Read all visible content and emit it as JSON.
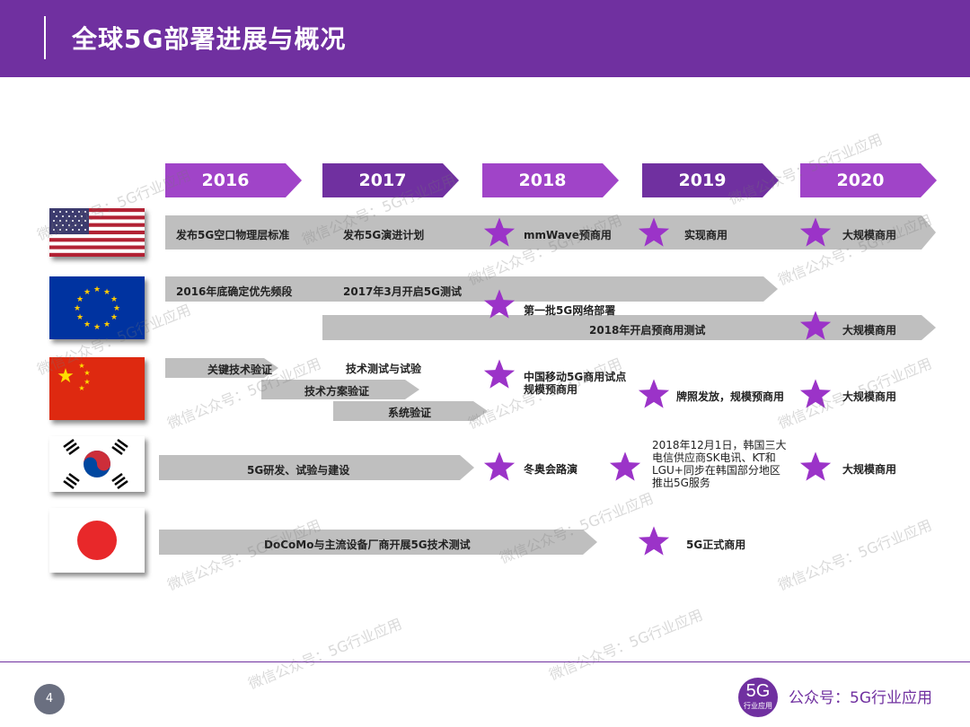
{
  "header": {
    "title": "全球5G部署进展与概况"
  },
  "colors": {
    "brand_purple": "#7030a0",
    "year_light": "#a044c8",
    "year_dark": "#7030a0",
    "arrow_gray": "#bfbfbf",
    "star": "#9b33c8"
  },
  "years": [
    "2016",
    "2017",
    "2018",
    "2019",
    "2020"
  ],
  "countries": {
    "usa": {
      "flag": "usa-flag",
      "labels": [
        "发布5G空口物理层标准",
        "发布5G演进计划",
        "mmWave预商用",
        "实现商用",
        "大规模商用"
      ]
    },
    "eu": {
      "flag": "eu-flag",
      "labels": [
        "2016年底确定优先频段",
        "2017年3月开启5G测试",
        "第一批5G网络部署",
        "2018年开启预商用测试",
        "大规模商用"
      ]
    },
    "china": {
      "flag": "china-flag",
      "labels": [
        "关键技术验证",
        "技术测试与试验",
        "技术方案验证",
        "系统验证",
        "中国移动5G商用试点规模预商用",
        "牌照发放，规模预商用",
        "大规模商用"
      ]
    },
    "korea": {
      "flag": "korea-flag",
      "labels": [
        "5G研发、试验与建设",
        "冬奥会路演",
        "2018年12月1日，韩国三大电信供应商SK电讯、KT和LGU+同步在韩国部分地区推出5G服务",
        "大规模商用"
      ]
    },
    "japan": {
      "flag": "japan-flag",
      "labels": [
        "DoCoMo与主流设备厂商开展5G技术测试",
        "5G正式商用"
      ]
    }
  },
  "watermark": "微信公众号：5G行业应用",
  "footer": {
    "page_number": "4",
    "logo_big": "5G",
    "logo_small": "行业应用",
    "account": "公众号：5G行业应用"
  }
}
